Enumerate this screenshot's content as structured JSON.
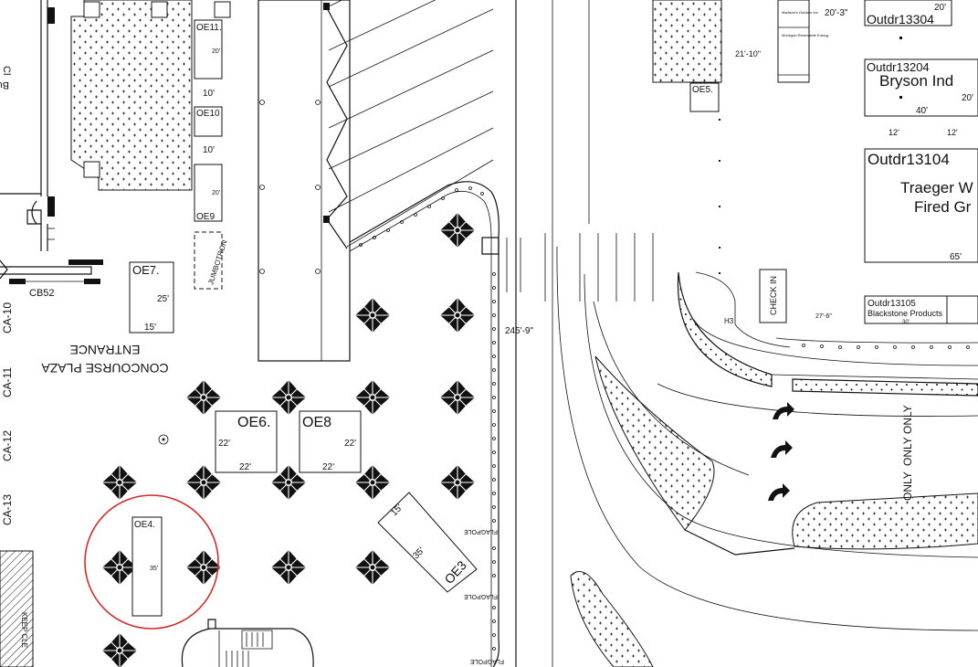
{
  "labels": {
    "oe11": "OE11.",
    "oe11_dim": "20'",
    "gap1": "10'",
    "oe10": "OE10",
    "gap2": "10'",
    "oe9": "OE9",
    "oe9_dim": "20'",
    "jumbotron": "JUMBOTRON",
    "oe7": "OE7.",
    "oe7_w": "25'",
    "oe7_h": "15'",
    "cb52": "CB52",
    "ca10": "CA-10",
    "ca11": "CA-11",
    "ca12": "CA-12",
    "ca13": "CA-13",
    "entrance": "ENTRANCE",
    "concourse": "CONCOURSE PLAZA",
    "oe6": "OE6.",
    "oe6_w": "22'",
    "oe6_h": "22'",
    "oe8": "OE8",
    "oe8_w": "22'",
    "oe8_h": "22'",
    "oe4": "OE4.",
    "oe4_dim": "35'",
    "oe3": "OE3",
    "oe3_w": "15'",
    "oe3_h": "35'",
    "flagpole": "FLAGPOLE",
    "road_dim": "245'-9\"",
    "oe5": "OE5.",
    "dim_21_10": "21'-10\"",
    "dim_20_3": "20'-3\"",
    "outdr13304": "Outdr13304",
    "dim_20a": "20'",
    "outdr13204": "Outdr13204",
    "bryson": "Bryson Ind",
    "dim_20b": "20'",
    "dim_40": "40'",
    "dim_12a": "12'",
    "dim_12b": "12'",
    "outdr13104": "Outdr13104",
    "traeger1": "Traeger W",
    "traeger2": "Fired Gr",
    "dim_65": "65'",
    "check_in": "CHECK IN",
    "h3": "H3",
    "dim_27_6": "27'-6\"",
    "outdr13105": "Outdr13105",
    "blackstone": "Blackstone Products",
    "dim_30": "30'",
    "only": "ONLY",
    "keep_clear": "KEEP CLE",
    "cut_bu": "Bu",
    "cut_cl": "Cl",
    "madisons": "Madison's Outdoor Inc",
    "mohegan": "Mohegan Renewable Energy"
  }
}
